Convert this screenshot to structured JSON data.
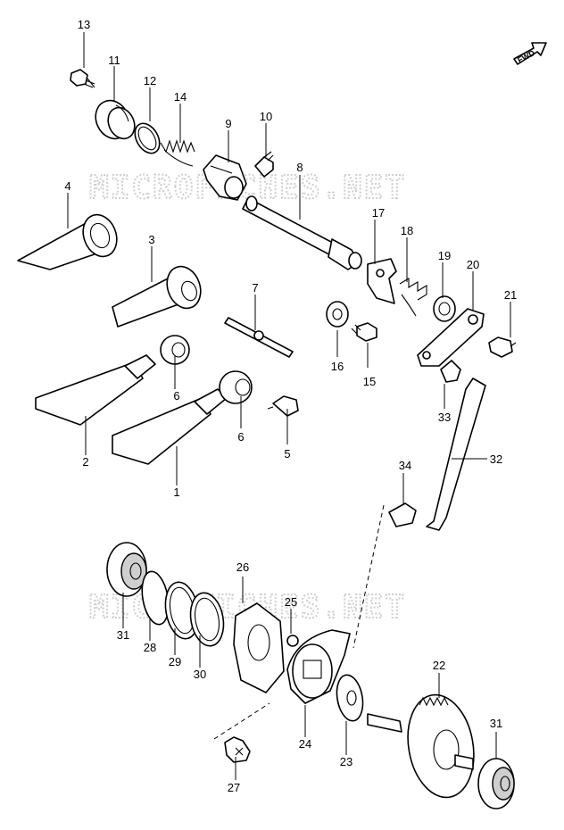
{
  "watermark": "MICROFICHES.NET",
  "fwd_label": "FWD",
  "callouts": {
    "p1": "1",
    "p2": "2",
    "p3": "3",
    "p4": "4",
    "p5": "5",
    "p6a": "6",
    "p6b": "6",
    "p7": "7",
    "p8": "8",
    "p9": "9",
    "p10": "10",
    "p11": "11",
    "p12": "12",
    "p13": "13",
    "p14": "14",
    "p15": "15",
    "p16": "16",
    "p17": "17",
    "p18": "18",
    "p19": "19",
    "p20": "20",
    "p21": "21",
    "p22": "22",
    "p23": "23",
    "p24": "24",
    "p25": "25",
    "p26": "26",
    "p27": "27",
    "p28": "28",
    "p29": "29",
    "p30": "30",
    "p31a": "31",
    "p31b": "31",
    "p32": "32",
    "p33": "33",
    "p34": "34"
  }
}
